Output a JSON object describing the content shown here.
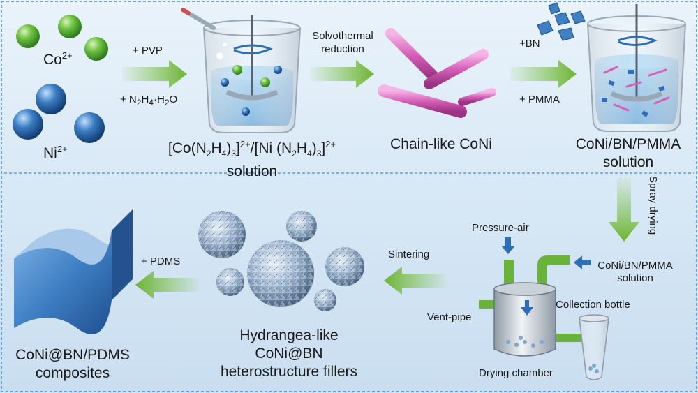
{
  "ions": {
    "co": {
      "base": "Co",
      "charge": "2+"
    },
    "ni": {
      "base": "Ni",
      "charge": "2+"
    }
  },
  "reagents": {
    "pvp": "+ PVP",
    "hydrazine_prefix": "+ N",
    "hydrazine_sub1": "2",
    "hydrazine_mid": "H",
    "hydrazine_sub2": "4",
    "hydrazine_suffix": "·H",
    "hydrazine_sub3": "2",
    "hydrazine_end": "O",
    "bn": "+BN",
    "pmma": "+ PMMA",
    "pdms": "+ PDMS"
  },
  "complex": {
    "p1": "[Co(N",
    "s1": "2",
    "p2": "H",
    "s2": "4",
    "p3": ")",
    "s3": "3",
    "p4": "]",
    "sup1": "2+",
    "p5": "/[Ni (N",
    "s4": "2",
    "p6": "H",
    "s5": "4",
    "p7": ")",
    "s6": "3",
    "p8": "]",
    "sup2": "2+",
    "line2": "solution"
  },
  "steps": {
    "solvothermal_1": "Solvothermal",
    "solvothermal_2": "reduction",
    "chain": "Chain-like CoNi",
    "mix_1": "CoNi/BN/PMMA",
    "mix_2": "solution",
    "spray": "Spray drying",
    "sintering": "Sintering"
  },
  "dryer": {
    "pressure_air": "Pressure-air",
    "feed_1": "CoNi/BN/PMMA",
    "feed_2": "solution",
    "vent": "Vent-pipe",
    "collection": "Collection bottle",
    "chamber": "Drying chamber"
  },
  "products": {
    "fillers_1": "Hydrangea-like",
    "fillers_2": "CoNi@BN",
    "fillers_3": "heterostructure fillers",
    "composite_1": "CoNi@BN/PDMS",
    "composite_2": "composites"
  },
  "colors": {
    "co_sphere": "#5fb33a",
    "ni_sphere": "#2f6fb0",
    "arrow_green": "#7cc242",
    "rod_pink": "#d65fb8",
    "liquid_blue": "#6fb2e0",
    "pipe_green": "#6ab33a",
    "down_arrow_blue": "#2e6db8",
    "film_blue": "#3f7fc4"
  }
}
